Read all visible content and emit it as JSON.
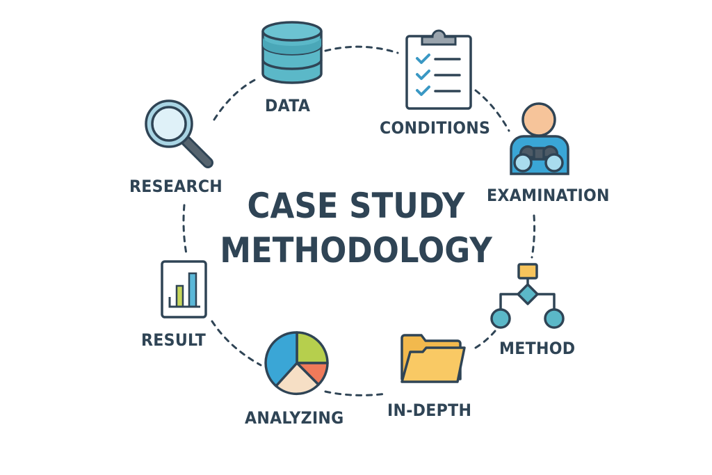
{
  "diagram": {
    "title_line1": "CASE STUDY",
    "title_line2": "METHODOLOGY",
    "colors": {
      "text": "#2f4455",
      "outline": "#2f4455",
      "teal": "#5bb8c8",
      "blue": "#3aa6d6",
      "light_blue": "#cfeaf6",
      "green": "#b6cf4d",
      "orange": "#ef7a5a",
      "peach": "#f6cfa8",
      "cream": "#f6dfc5",
      "yellow": "#f7c45c",
      "gray": "#9aa4ad"
    },
    "nodes": [
      {
        "id": "data",
        "label": "DATA",
        "icon": "database-icon"
      },
      {
        "id": "conditions",
        "label": "CONDITIONS",
        "icon": "clipboard-checklist-icon"
      },
      {
        "id": "examination",
        "label": "EXAMINATION",
        "icon": "person-binoculars-icon"
      },
      {
        "id": "method",
        "label": "METHOD",
        "icon": "flowchart-icon"
      },
      {
        "id": "in_depth",
        "label": "IN-DEPTH",
        "icon": "folder-icon"
      },
      {
        "id": "analyzing",
        "label": "ANALYZING",
        "icon": "pie-chart-icon"
      },
      {
        "id": "result",
        "label": "RESULT",
        "icon": "bar-chart-document-icon"
      },
      {
        "id": "research",
        "label": "RESEARCH",
        "icon": "magnifying-glass-icon"
      }
    ]
  }
}
